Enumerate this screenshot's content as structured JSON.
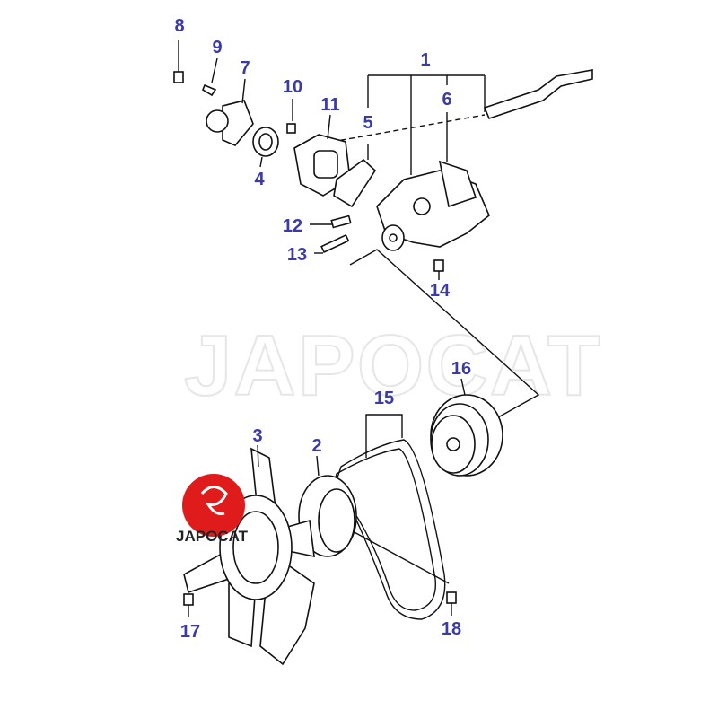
{
  "diagram": {
    "callouts": [
      "1",
      "2",
      "3",
      "4",
      "5",
      "6",
      "7",
      "8",
      "9",
      "10",
      "11",
      "12",
      "13",
      "14",
      "15",
      "16",
      "17",
      "18"
    ],
    "watermark": "JAPOCAT",
    "logo_text": "JAPOCAT"
  },
  "colors": {
    "callout": "#3a3aa8",
    "logo": "#e01b1b",
    "line": "#111111"
  }
}
